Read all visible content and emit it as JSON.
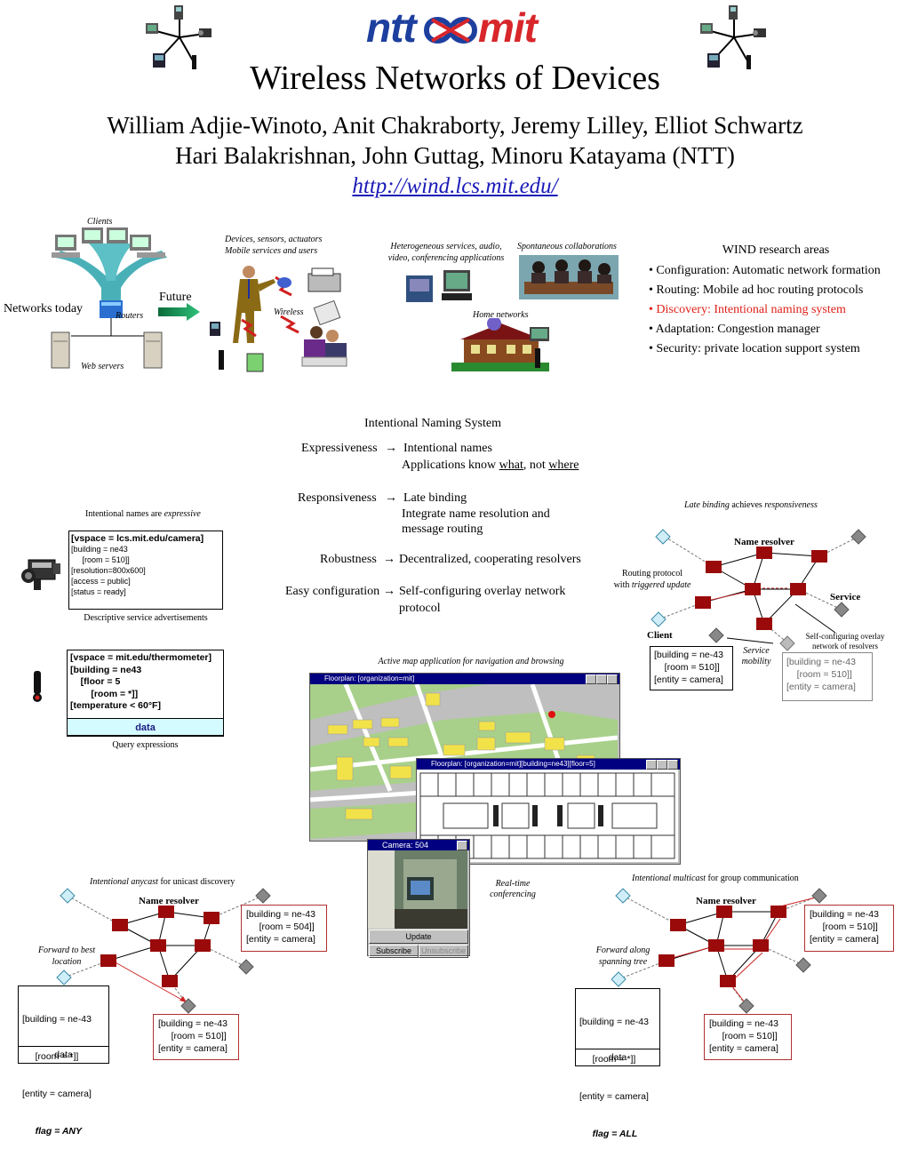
{
  "header": {
    "logo_left": "ntt",
    "logo_right": "mit",
    "title": "Wireless Networks of Devices",
    "authors_line1": "William Adjie-Winoto, Anit Chakraborty, Jeremy Lilley, Elliot Schwartz",
    "authors_line2": "Hari Balakrishnan, John Guttag, Minoru Katayama (NTT)",
    "url": "http://wind.lcs.mit.edu/"
  },
  "networks_diagram": {
    "clients": "Clients",
    "networks_today": "Networks today",
    "routers": "Routers",
    "web_servers": "Web servers",
    "future": "Future",
    "devices_line1": "Devices, sensors, actuators",
    "devices_line2": "Mobile services and users",
    "wireless": "Wireless",
    "hetero_line1": "Heterogeneous services, audio,",
    "hetero_line2": "video, conferencing applications",
    "spontaneous": "Spontaneous collaborations",
    "home_networks": "Home networks"
  },
  "research": {
    "heading": "WIND research areas",
    "items": [
      "• Configuration: Automatic network formation",
      "• Routing: Mobile ad hoc routing protocols",
      "• Discovery: Intentional naming system",
      "• Adaptation: Congestion manager",
      "• Security: private location support system"
    ],
    "highlight_color": "#e0201a"
  },
  "ins": {
    "heading": "Intentional Naming System",
    "expr_label": "Expressiveness",
    "expr_line1": "Intentional names",
    "expr_line2_a": "Applications know ",
    "expr_line2_what": "what",
    "expr_line2_b": ", not ",
    "expr_line2_where": "where",
    "resp_label": "Responsiveness",
    "resp_line1": "Late binding",
    "resp_line2": "Integrate name resolution and",
    "resp_line3": "message routing",
    "robust_label": "Robustness",
    "robust_text": "Decentralized, cooperating resolvers",
    "easy_label": "Easy configuration",
    "easy_line1": "Self-configuring overlay network",
    "easy_line2": "protocol",
    "arrow": "→"
  },
  "expressive": {
    "caption_a": "Intentional names are ",
    "caption_b": "expressive",
    "box_lines": [
      "[vspace = lcs.mit.edu/camera]",
      "[building = ne43",
      "     [room = 510]]",
      "[resolution=800x600]",
      "[access = public]",
      "[status = ready]"
    ],
    "footer": "Descriptive service advertisements"
  },
  "query": {
    "box_lines": [
      "[vspace = mit.edu/thermometer]",
      "[building = ne43",
      "    [floor = 5",
      "        [room = *]]",
      "[temperature < 60°F]"
    ],
    "data": "data",
    "footer": "Query expressions"
  },
  "late_binding": {
    "caption_a": "Late binding",
    "caption_b": " achieves ",
    "caption_c": "responsiveness",
    "name_resolver": "Name resolver",
    "routing_line1": "Routing protocol",
    "routing_line2a": "with ",
    "routing_line2b": "triggered update",
    "service": "Service",
    "client": "Client",
    "service_mobility_1": "Service",
    "service_mobility_2": "mobility",
    "selfconf_1": "Self-configuring overlay",
    "selfconf_2": "network of resolvers",
    "box_black": [
      "[building = ne-43",
      "    [room = 510]]",
      "[entity = camera]"
    ],
    "box_gray": [
      "[building = ne-43",
      "    [room = 510]]",
      "[entity = camera]"
    ]
  },
  "active_map": {
    "caption": "Active map application for navigation and browsing",
    "win1_title": "Floorplan: [organization=mit]",
    "win2_title": "Floorplan: [organization=mit][building=ne43][floor=5]",
    "camera_title": "Camera:  504",
    "update": "Update",
    "subscribe": "Subscribe",
    "unsubscribe": "Unsubscribe",
    "realtime_1": "Real-time",
    "realtime_2": "conferencing"
  },
  "anycast": {
    "caption_a": "Intentional anycast",
    "caption_b": " for unicast discovery",
    "name_resolver": "Name resolver",
    "forward_1": "Forward to best",
    "forward_2": "location",
    "box_left": [
      "[building = ne-43",
      "     [room = *]]",
      "[entity = camera]",
      "     flag = ANY"
    ],
    "data": "data",
    "box_right_top": [
      "[building = ne-43",
      "     [room = 504]]",
      "[entity = camera]"
    ],
    "box_bottom": [
      "[building = ne-43",
      "     [room = 510]]",
      "[entity = camera]"
    ]
  },
  "multicast": {
    "caption_a": "Intentional multicast",
    "caption_b": " for group communication",
    "name_resolver": "Name resolver",
    "forward_1": "Forward along",
    "forward_2": "spanning tree",
    "box_left": [
      "[building = ne-43",
      "     [room = *]]",
      "[entity = camera]",
      "     flag = ALL"
    ],
    "data": "data",
    "box_right_top": [
      "[building = ne-43",
      "     [room = 510]]",
      "[entity = camera]"
    ],
    "box_bottom": [
      "[building = ne-43",
      "     [room = 510]]",
      "[entity = camera]"
    ]
  }
}
